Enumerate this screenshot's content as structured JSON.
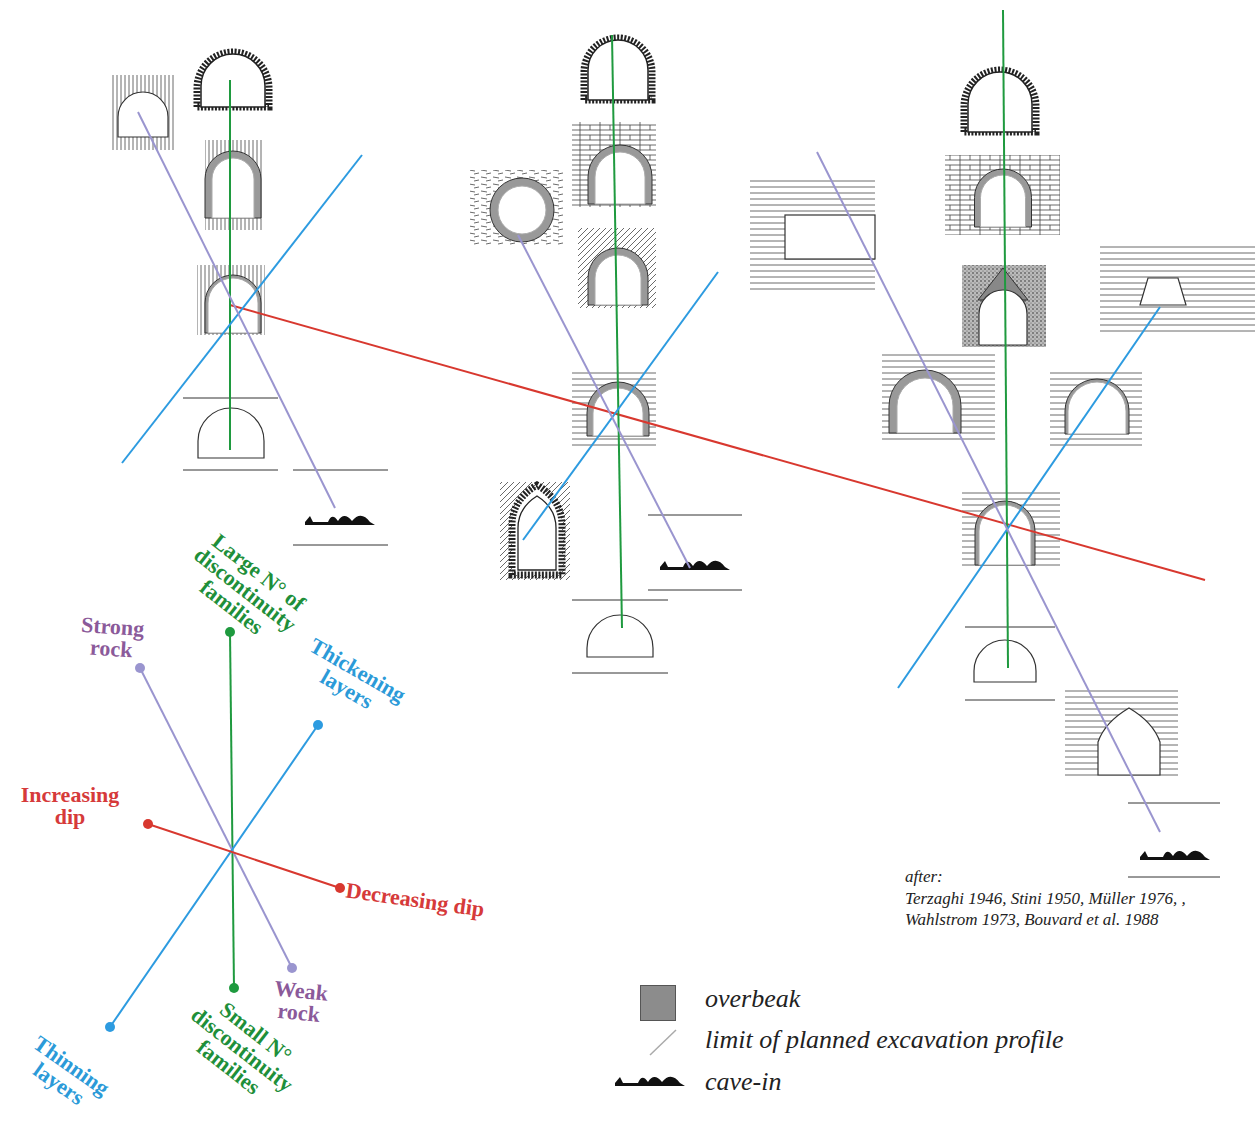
{
  "diagram": {
    "labels": [
      "Large N° of discontinuity families",
      "Strong rock",
      "Thickening layers",
      "Increasing dip",
      "Decreasing dip",
      "Weak rock",
      "Thinning layers",
      "Small N° discontinuity families",
      "after:",
      "Terzaghi 1946, Stini 1950, Müller 1976, , Wahlstrom 1973, Bouvard et al. 1988"
    ],
    "legend": [
      {
        "text": "overbeak",
        "color": "#8c8c8c"
      },
      {
        "text": "limit of planned excavation profile"
      },
      {
        "text": "cave-in"
      }
    ]
  }
}
